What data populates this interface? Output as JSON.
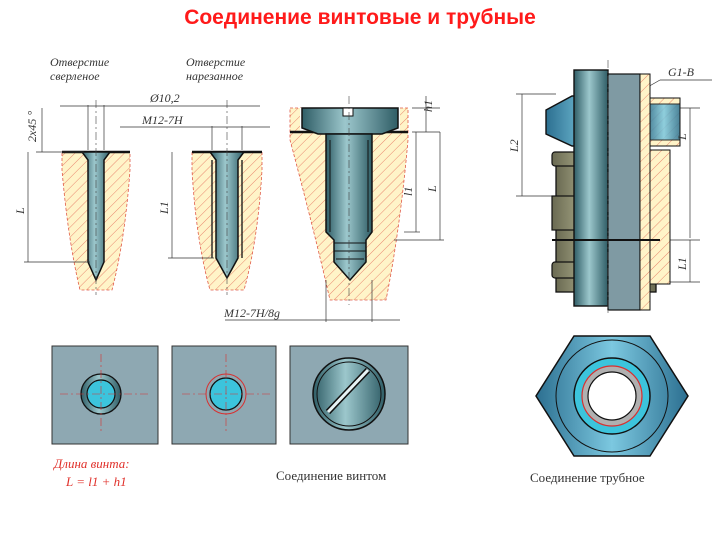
{
  "title": "Соединение винтовые и трубные",
  "labels": {
    "hole_drilled_1": "Отверстие",
    "hole_drilled_2": "сверленое",
    "hole_threaded_1": "Отверстие",
    "hole_threaded_2": "нарезанное",
    "diameter": "Ø10,2",
    "chamfer": "2x45 °",
    "thread_hole": "M12-7H",
    "thread_fit": "M12-7H/8g",
    "L": "L",
    "L1": "L1",
    "l1": "l1",
    "h1": "h1",
    "pipe_thread": "G1-B",
    "L2": "L2",
    "pipe_L": "L",
    "pipe_L1": "L1"
  },
  "bottom": {
    "screw_length_title": "Длина винта:",
    "screw_length_formula": "L = l1 + h1",
    "screw_caption": "Соединение винтом",
    "pipe_caption": "Соединение трубное"
  },
  "colors": {
    "title": "#ff1a1a",
    "hatch_fill": "#fff4c8",
    "hatch_line": "#e05a48",
    "steel": "#5f8c95",
    "steel_light": "#9cc7cc",
    "cyan": "#3cc4dc",
    "plate": "#8ea8b2",
    "nut": "#5aa8c4",
    "dim_red": "#d83030"
  }
}
